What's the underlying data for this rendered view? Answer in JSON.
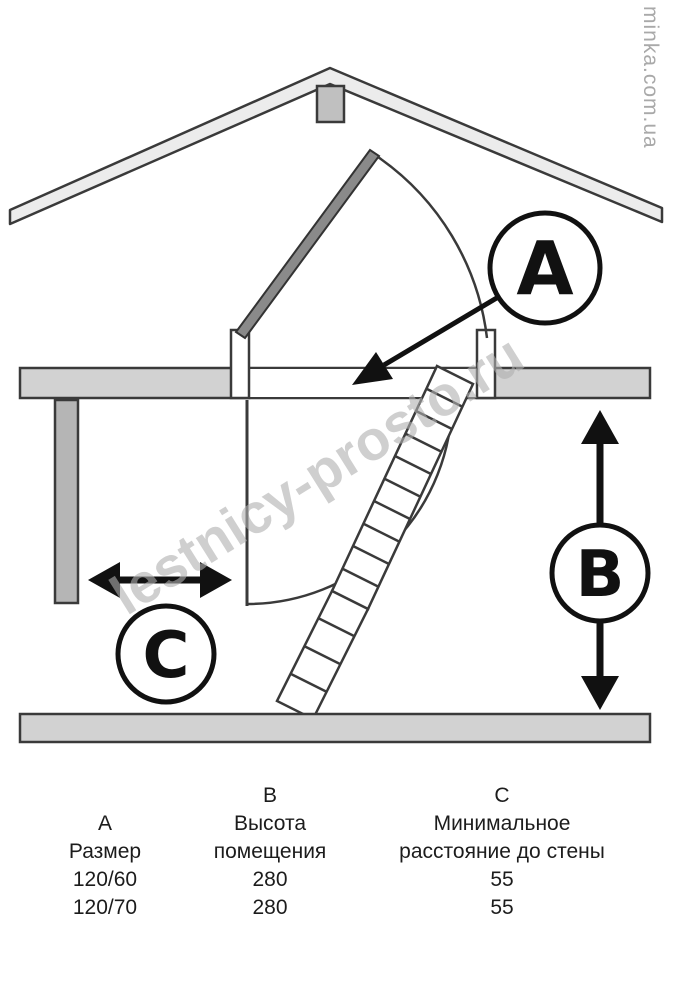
{
  "watermarks": {
    "vertical_site": "minka.com.ua",
    "diagonal_site": "lestnicy-prosto.ru"
  },
  "diagram": {
    "labels": {
      "a": "A",
      "b": "B",
      "c": "C"
    }
  },
  "table": {
    "rows": [
      [
        "",
        "B",
        "C"
      ],
      [
        "A",
        "Высота",
        "Минимальное"
      ],
      [
        "Размер",
        "помещения",
        "расстояние до стены"
      ],
      [
        "120/60",
        "280",
        "55"
      ],
      [
        "120/70",
        "280",
        "55"
      ]
    ]
  },
  "colors": {
    "outline": "#3a3a3a",
    "panel_gray": "#d2d2d2",
    "arrow_black": "#111111",
    "watermark_gray": "#bdbdbd"
  }
}
